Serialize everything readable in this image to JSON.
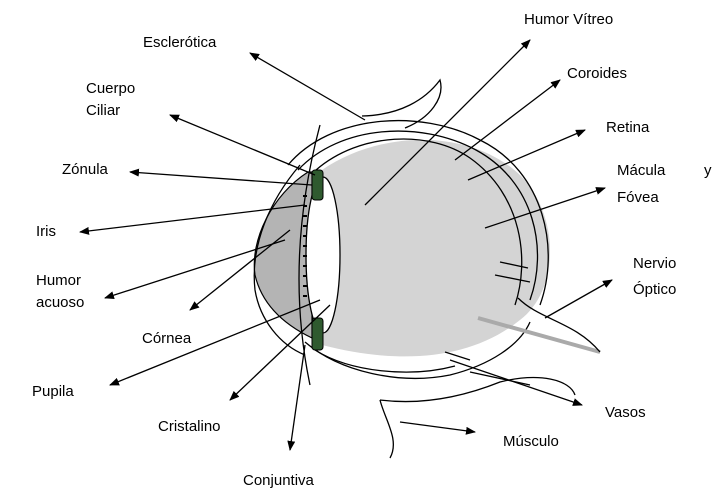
{
  "labels": {
    "esclerotica": "Esclerótica",
    "cuerpo_ciliar_1": "Cuerpo",
    "cuerpo_ciliar_2": "Ciliar",
    "zonula": "Zónula",
    "iris": "Iris",
    "humor_acuoso_1": "Humor",
    "humor_acuoso_2": "acuoso",
    "cornea": "Córnea",
    "pupila": "Pupila",
    "cristalino": "Cristalino",
    "conjuntiva": "Conjuntiva",
    "humor_vitreo": "Humor Vítreo",
    "coroides": "Coroides",
    "retina": "Retina",
    "macula_1": "Mácula",
    "macula_y": "y",
    "fovea": "Fóvea",
    "nervio_1": "Nervio",
    "nervio_2": "Óptico",
    "vasos": "Vasos",
    "musculo": "Músculo"
  },
  "colors": {
    "vitreous": "#d4d4d4",
    "aqueous": "#b4b4b4",
    "ciliar": "#2f5a2f",
    "outline": "#000000",
    "nerve": "#aaaaaa"
  }
}
